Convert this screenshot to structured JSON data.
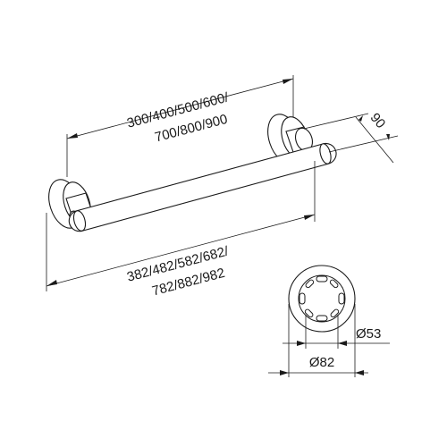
{
  "drawing": {
    "mount_distance_line1": "300/400/500/600/",
    "mount_distance_line2": "700/800/900",
    "overall_length_line1": "382/482/582/682/",
    "overall_length_line2": "782/882/982",
    "projection": "90",
    "inner_diameter": "Ø53",
    "rosette_diameter": "Ø82"
  }
}
